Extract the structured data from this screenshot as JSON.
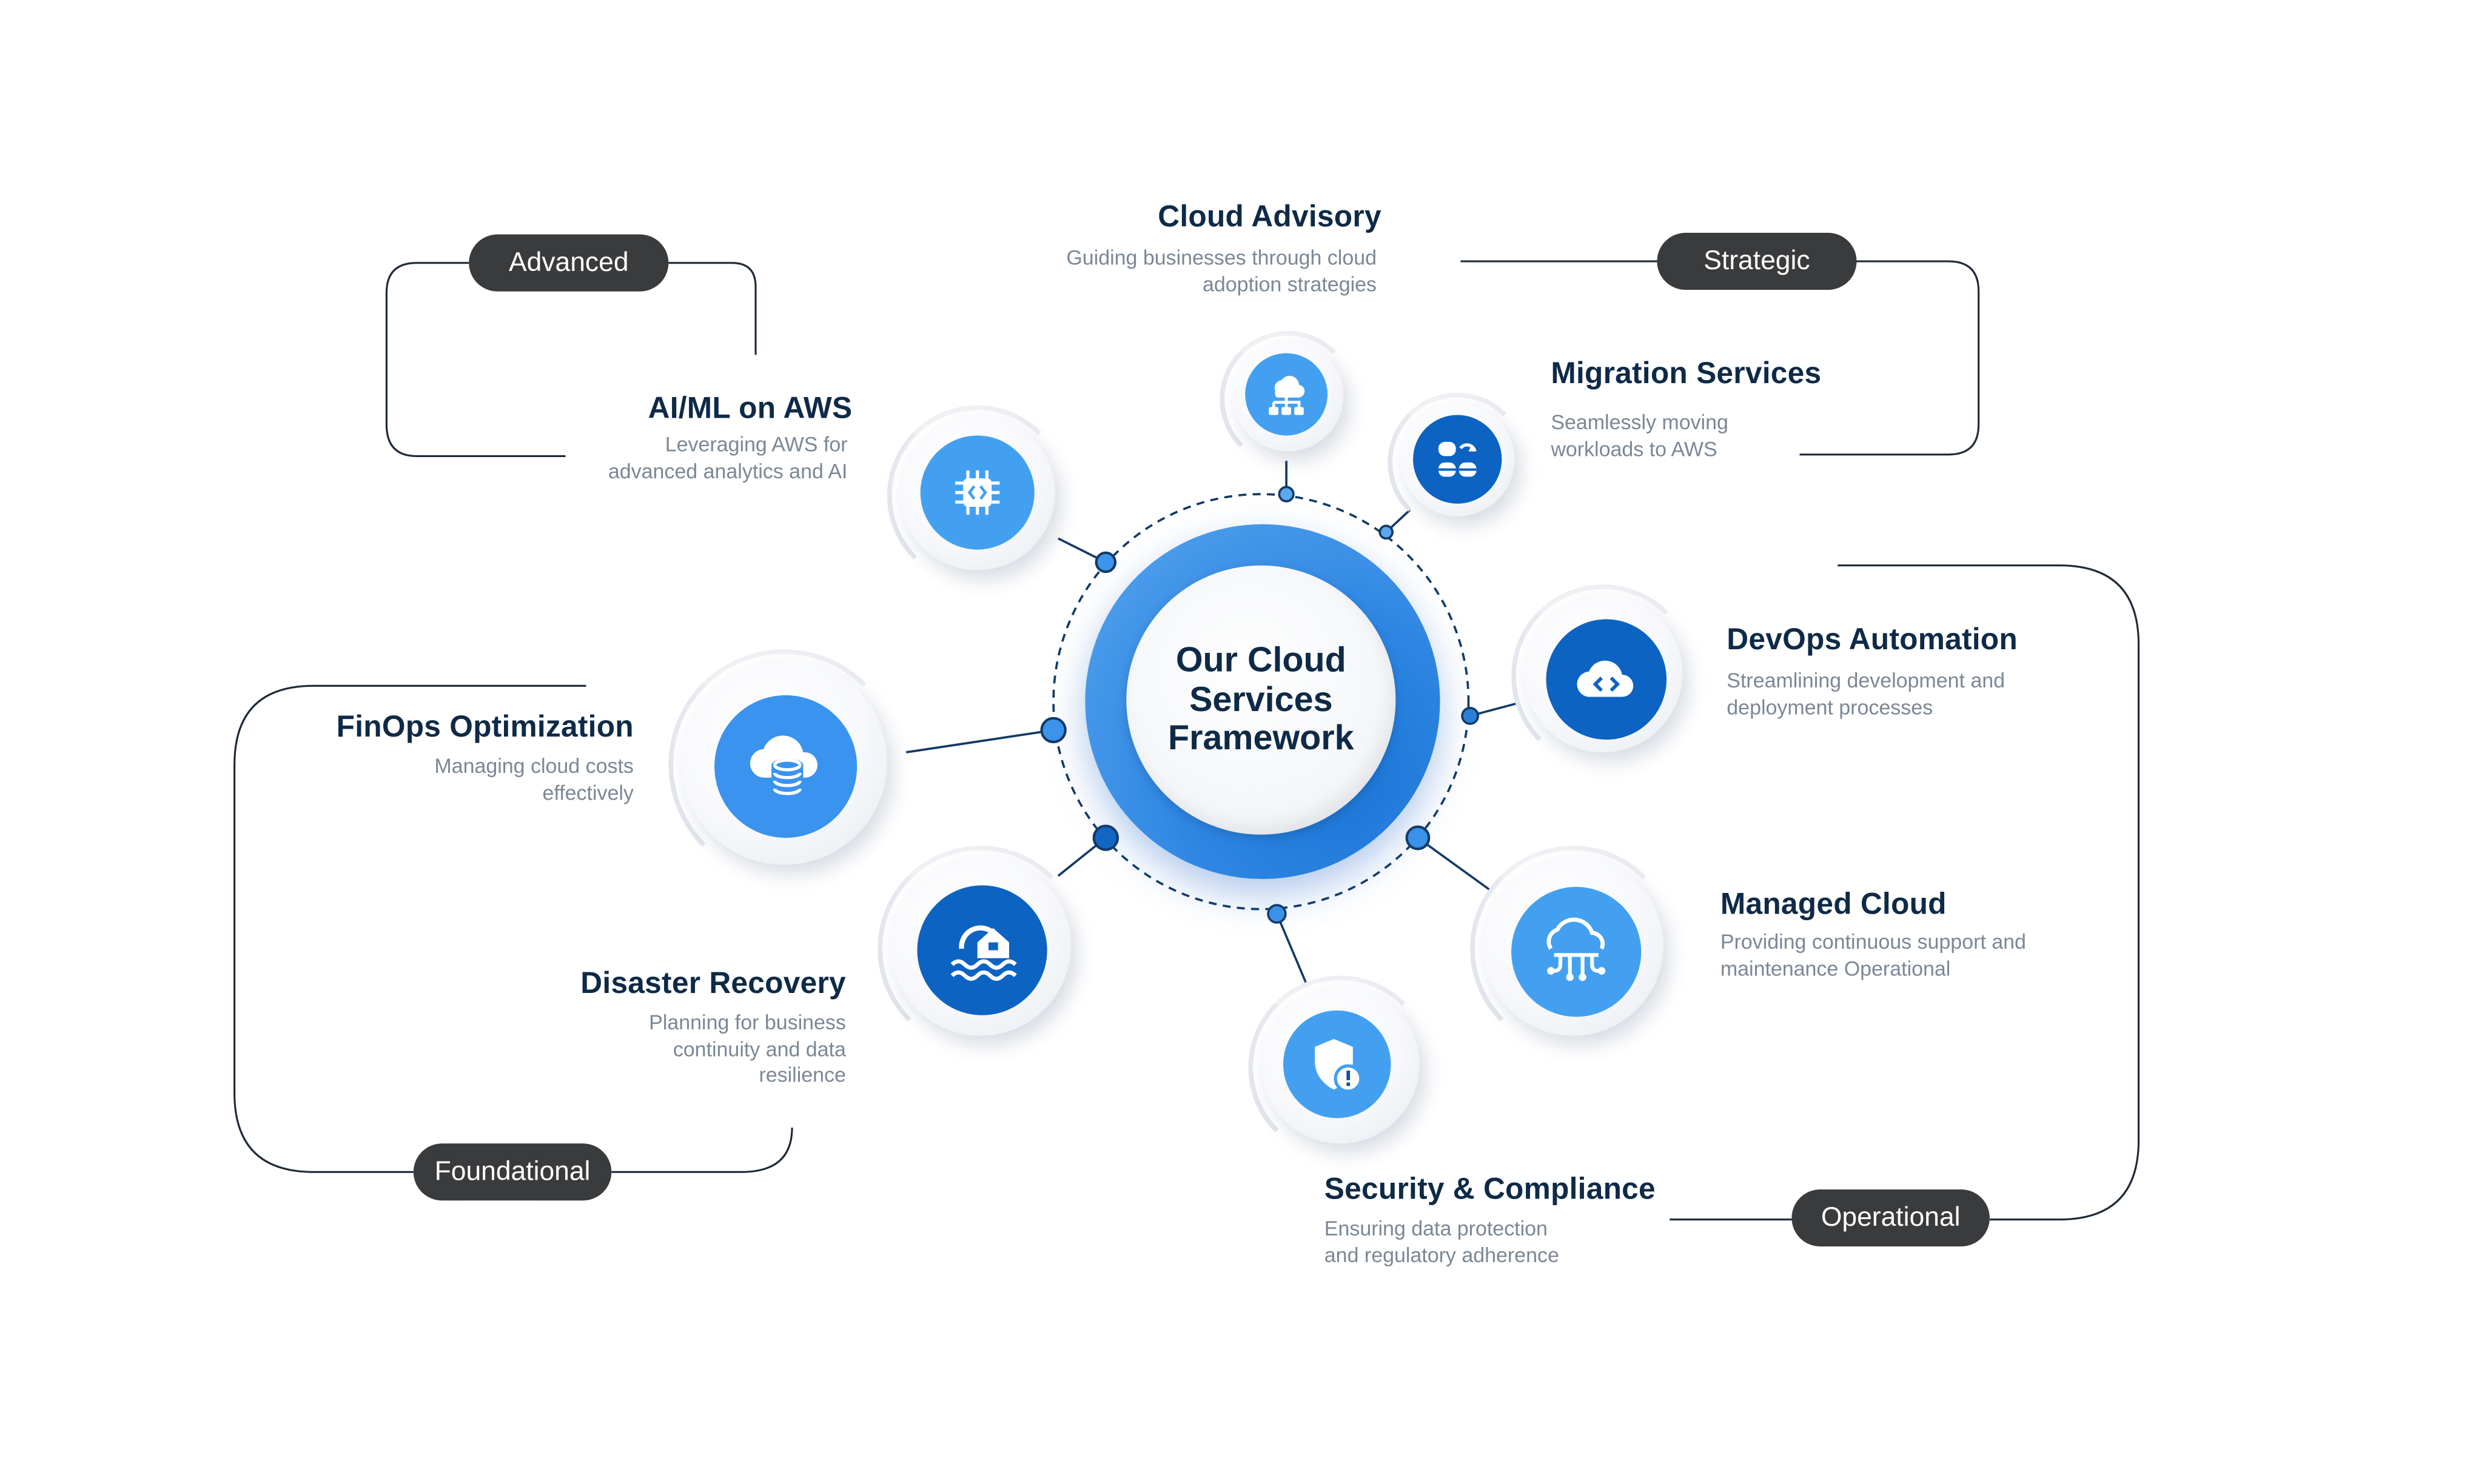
{
  "hub": {
    "title": "Our Cloud Services Framework"
  },
  "categories": {
    "advanced": "Advanced",
    "strategic": "Strategic",
    "foundational": "Foundational",
    "operational": "Operational"
  },
  "services": {
    "cloud_advisory": {
      "title": "Cloud Advisory",
      "desc1": "Guiding businesses through cloud",
      "desc2": "adoption strategies",
      "icon": "org-chart-cloud-icon"
    },
    "migration": {
      "title": "Migration Services",
      "desc1": "Seamlessly moving",
      "desc2": "workloads to AWS",
      "icon": "database-migration-icon"
    },
    "aiml": {
      "title": "AI/ML on AWS",
      "desc1": "Leveraging AWS for",
      "desc2": "advanced analytics and AI",
      "icon": "chip-icon"
    },
    "devops": {
      "title": "DevOps Automation",
      "desc1": "Streamlining development and",
      "desc2": "deployment processes",
      "icon": "cloud-code-icon"
    },
    "finops": {
      "title": "FinOps Optimization",
      "desc1": "Managing cloud costs",
      "desc2": "effectively",
      "icon": "cloud-database-icon"
    },
    "managed": {
      "title": "Managed Cloud",
      "desc1": "Providing continuous support and",
      "desc2": "maintenance Operational",
      "icon": "cloud-network-icon"
    },
    "disaster": {
      "title": "Disaster Recovery",
      "desc1": "Planning for business",
      "desc2": "continuity and data",
      "desc3": "resilience",
      "icon": "flooded-house-icon"
    },
    "security": {
      "title": "Security & Compliance",
      "desc1": "Ensuring data protection",
      "desc2": "and regulatory adherence",
      "icon": "shield-alert-icon"
    }
  },
  "colors": {
    "navy_text": "#0e2a47",
    "grey_text": "#7c8794",
    "pill_bg": "#3a3b3d",
    "blue_light": "#43a0f0",
    "blue_mid": "#1f7ddb",
    "blue_dark": "#0c63c2"
  }
}
